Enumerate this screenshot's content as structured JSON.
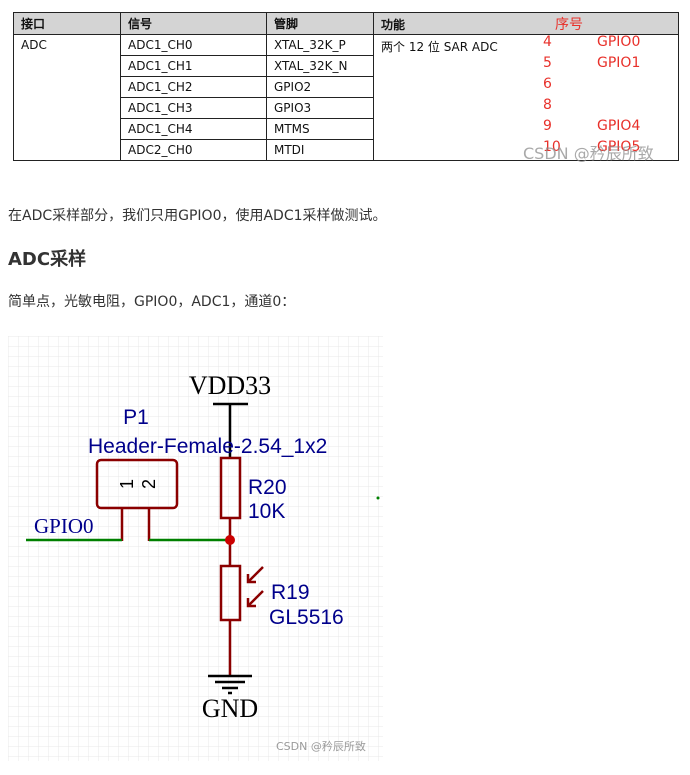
{
  "table": {
    "headers": [
      "接口",
      "信号",
      "管脚",
      "功能"
    ],
    "seq_header": "序号",
    "rows": [
      {
        "iface": "ADC",
        "signal": "ADC1_CH0",
        "pin": "XTAL_32K_P",
        "func": "两个 12 位 SAR ADC"
      },
      {
        "iface": "",
        "signal": "ADC1_CH1",
        "pin": "XTAL_32K_N",
        "func": ""
      },
      {
        "iface": "",
        "signal": "ADC1_CH2",
        "pin": "GPIO2",
        "func": ""
      },
      {
        "iface": "",
        "signal": "ADC1_CH3",
        "pin": "GPIO3",
        "func": ""
      },
      {
        "iface": "",
        "signal": "ADC1_CH4",
        "pin": "MTMS",
        "func": ""
      },
      {
        "iface": "",
        "signal": "ADC2_CH0",
        "pin": "MTDI",
        "func": ""
      }
    ],
    "annotations": [
      {
        "num": "4",
        "gpio": "GPIO0"
      },
      {
        "num": "5",
        "gpio": "GPIO1"
      },
      {
        "num": "6",
        "gpio": ""
      },
      {
        "num": "8",
        "gpio": ""
      },
      {
        "num": "9",
        "gpio": "GPIO4"
      },
      {
        "num": "10",
        "gpio": "GPIO5"
      }
    ],
    "watermark": "CSDN @矜辰所致"
  },
  "text": {
    "para1": "在ADC采样部分，我们只用GPIO0，使用ADC1采样做测试。",
    "heading": "ADC采样",
    "para2": "简单点，光敏电阻，GPIO0，ADC1，通道0："
  },
  "schematic": {
    "vdd_label": "VDD33",
    "gnd_label": "GND",
    "connector_ref": "P1",
    "connector_value": "Header-Female-2.54_1x2",
    "pin1": "1",
    "pin2": "2",
    "net_label": "GPIO0",
    "r20_ref": "R20",
    "r20_value": "10K",
    "r19_ref": "R19",
    "r19_value": "GL5516",
    "watermark": "CSDN @矜辰所致",
    "colors": {
      "component": "#8b0000",
      "wire": "#008000",
      "label": "#00008b",
      "junction": "#cc0000",
      "power": "#000000",
      "grid": "#e6e6e6"
    }
  }
}
